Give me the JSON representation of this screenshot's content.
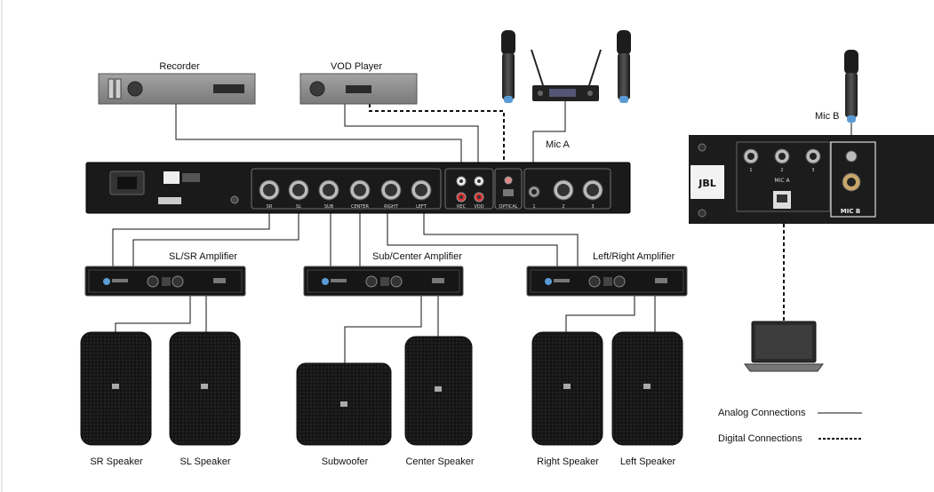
{
  "devices": {
    "recorder": "Recorder",
    "vod_player": "VOD Player",
    "mic_a": "Mic A",
    "mic_b": "Mic B"
  },
  "amplifiers": {
    "sl_sr": "SL/SR Amplifier",
    "sub_center": "Sub/Center Amplifier",
    "left_right": "Left/Right Amplifier"
  },
  "speakers": {
    "sr": "SR Speaker",
    "sl": "SL Speaker",
    "subwoofer": "Subwoofer",
    "center": "Center Speaker",
    "right": "Right Speaker",
    "left": "Left Speaker"
  },
  "processor": {
    "output_labels": [
      "SR",
      "SL",
      "SUB",
      "CENTER",
      "RIGHT",
      "LEFT"
    ],
    "input_labels": [
      "REC",
      "VOD",
      "OPTICAL"
    ],
    "mic_input_numbers": [
      "1",
      "2",
      "3"
    ]
  },
  "mic_panel": {
    "brand": "JBL",
    "jack_numbers": [
      "1",
      "2",
      "3"
    ],
    "mic_a_label": "MIC A",
    "mic_b_label": "MIC B"
  },
  "legend": {
    "analog": "Analog Connections",
    "digital": "Digital Connections"
  },
  "colors": {
    "device_gray": "#8a8a8a",
    "panel_black": "#1c1c1c",
    "line": "#111111"
  }
}
